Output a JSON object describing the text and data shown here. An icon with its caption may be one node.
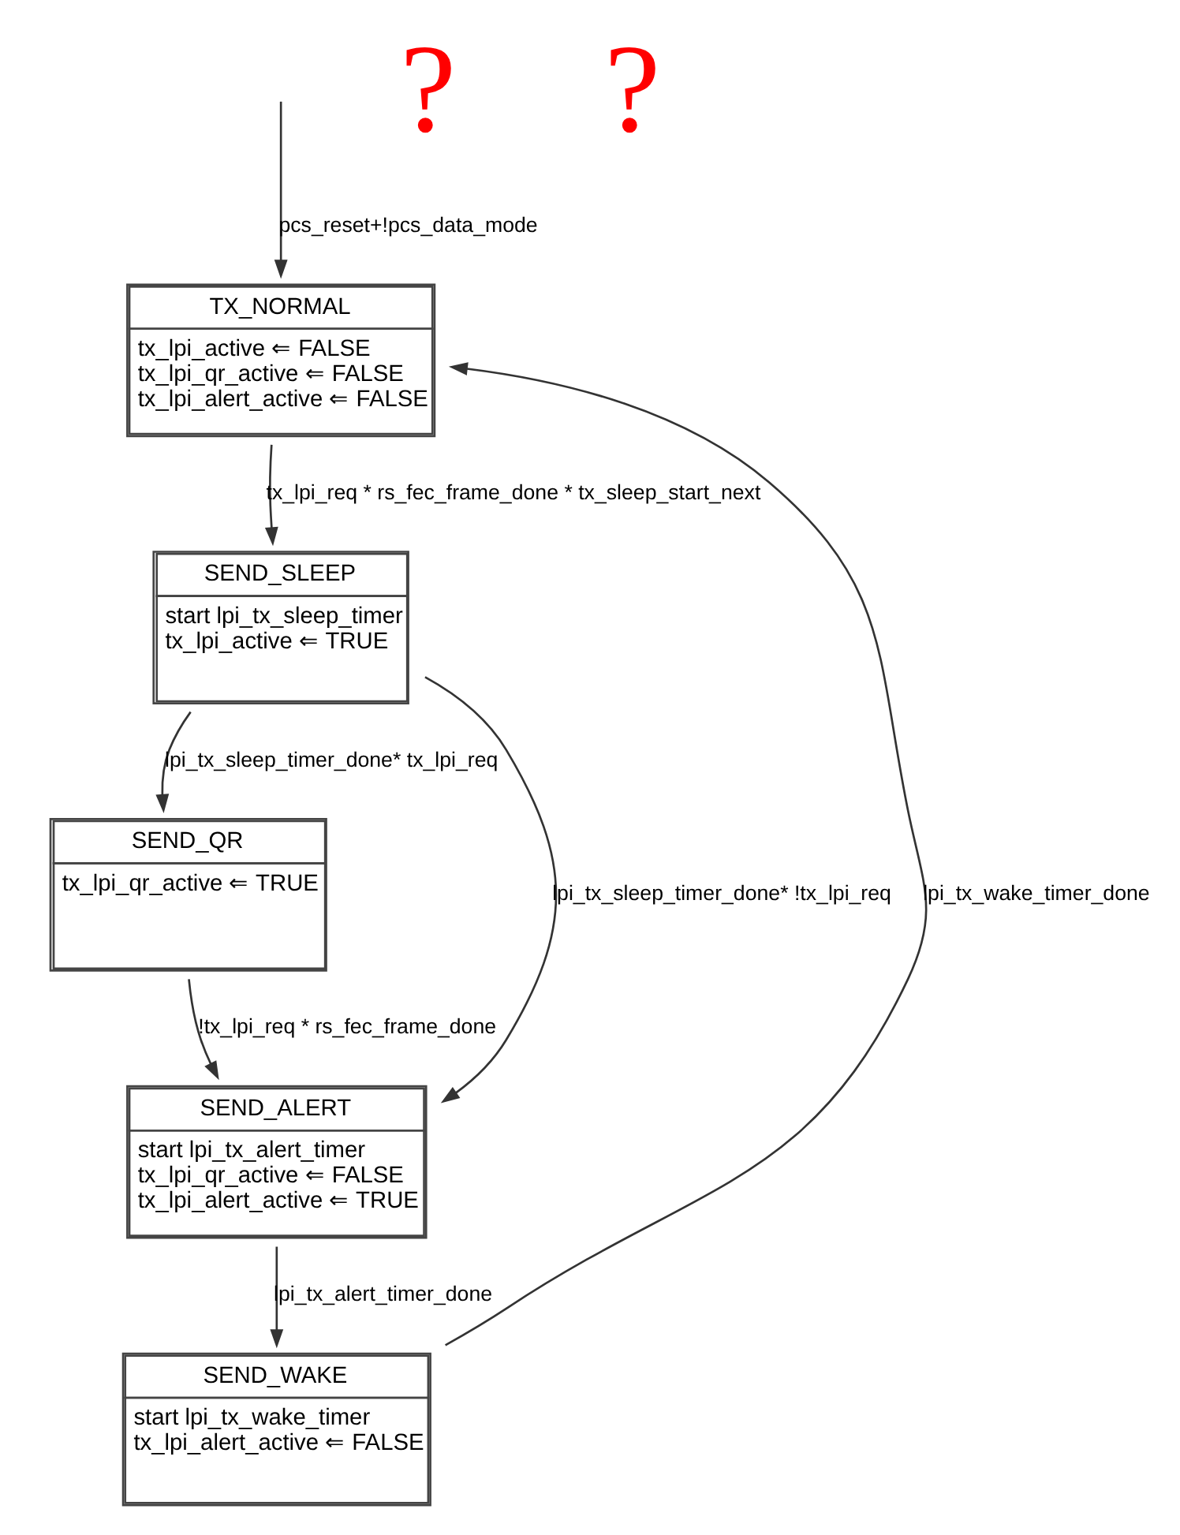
{
  "diagram": {
    "nodes": [
      {
        "text": [
          "TX_NORMAL",
          "tx_lpi_active ⇐ FALSE",
          "tx_lpi_qr_active ⇐ FALSE",
          "tx_lpi_alert_active ⇐ FALSE"
        ]
      },
      {
        "text": [
          "SEND_SLEEP",
          "start lpi_tx_sleep_timer",
          "tx_lpi_active ⇐ TRUE"
        ]
      },
      {
        "text": [
          "SEND_QR",
          "tx_lpi_qr_active ⇐ TRUE"
        ]
      },
      {
        "text": [
          "SEND_ALERT",
          "start lpi_tx_alert_timer",
          "tx_lpi_qr_active ⇐ FALSE",
          "tx_lpi_alert_active ⇐ TRUE"
        ]
      },
      {
        "text": [
          "SEND_WAKE",
          "start lpi_tx_wake_timer",
          "tx_lpi_alert_active ⇐ FALSE"
        ]
      }
    ],
    "edges": [
      {
        "from": null,
        "to": 0,
        "arrow": "to",
        "label": "pcs_reset+!pcs_data_mode"
      },
      {
        "from": 0,
        "to": 1,
        "arrow": "to",
        "label": "tx_lpi_req * rs_fec_frame_done * tx_sleep_start_next"
      },
      {
        "from": 1,
        "to": 2,
        "arrow": "to",
        "label": "lpi_tx_sleep_timer_done* tx_lpi_req"
      },
      {
        "from": 1,
        "to": 3,
        "arrow": "to",
        "label": "lpi_tx_sleep_timer_done* !tx_lpi_req"
      },
      {
        "from": 2,
        "to": 3,
        "arrow": "to",
        "label": "!tx_lpi_req * rs_fec_frame_done"
      },
      {
        "from": 3,
        "to": 4,
        "arrow": "to",
        "label": "lpi_tx_alert_timer_done"
      },
      {
        "from": 4,
        "to": 0,
        "arrow": "to",
        "label": "lpi_tx_wake_timer_done"
      }
    ],
    "labels": [
      "?",
      "?"
    ]
  }
}
